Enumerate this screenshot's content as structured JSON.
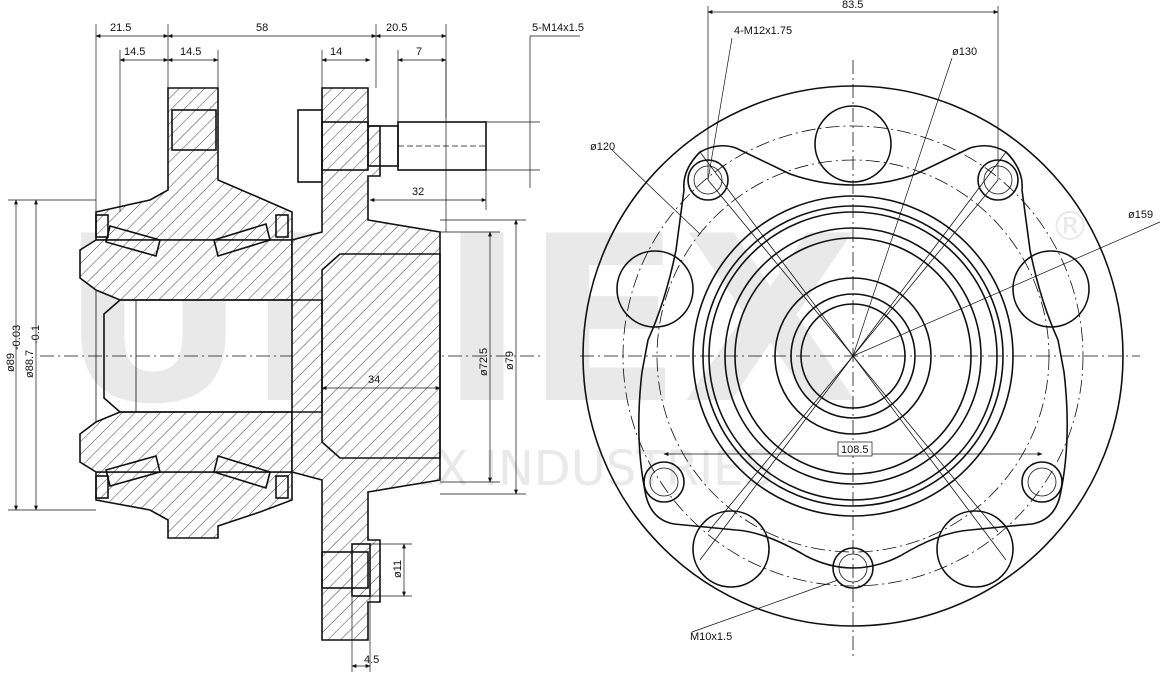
{
  "side_view": {
    "dims": {
      "d21_5": "21.5",
      "d58": "58",
      "d20_5": "20.5",
      "d14_5_a": "14.5",
      "d14_5_b": "14.5",
      "d14": "14",
      "d7": "7",
      "d32": "32",
      "d34": "34",
      "d4_5": "4.5",
      "dia11": "ø11",
      "dia89": "ø89",
      "dia89_tol": "-0.03",
      "dia88_7": "ø88.7",
      "dia88_7_tol": "-0.1",
      "dia72_5": "ø72.5",
      "dia79": "ø79",
      "thread_stud": "5-M14x1.5"
    }
  },
  "front_view": {
    "dims": {
      "d83_5": "83.5",
      "thread_holes": "4-M12x1.75",
      "dia130": "ø130",
      "dia120": "ø120",
      "dia159": "ø159",
      "d108_5": "108.5",
      "thread_small": "M10x1.5"
    }
  },
  "watermark": {
    "brand": "UNIEX",
    "registered": "®",
    "tagline": "UNIEX INDUSTRIES"
  }
}
